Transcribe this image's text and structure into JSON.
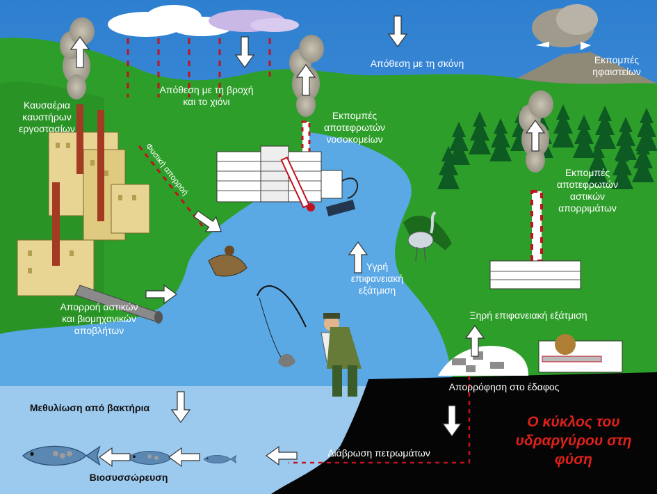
{
  "colors": {
    "sky": "#3a8fd8",
    "land": "#2e9e2a",
    "water": "#5aa8e4",
    "lower_water": "#9cc9ee",
    "black_ground": "#050505",
    "title_red": "#e0201a",
    "dashed_red": "#c1121f"
  },
  "labels": {
    "factory_emissions": "Καυσαέρια καυστήρων εργοστασίων",
    "rain_snow": "Απόθεση με τη βροχή και το χιόνι",
    "dust": "Απόθεση με τη σκόνη",
    "volcano": "Εκπομπές ηφαιστείων",
    "hospital": "Εκπομπές αποτεφρωτών νοσοκομείων",
    "municipal": "Εκπομπές αποτεφρωτών αστικών απορριμάτων",
    "natural_runoff": "Φυσική απορροή",
    "wet_evaporation": "Υγρή επιφανειακή εξάτμιση",
    "dry_evaporation": "Ξηρή επιφανειακή εξάτμιση",
    "runoff_waste": "Απορροή αστικών και βιομηχανικών αποβλήτων",
    "soil_absorption": "Απορρόφηση στο έδαφος",
    "methylation": "Μεθυλίωση από βακτήρια",
    "rock_erosion": "Διάβρωση πετρωμάτων",
    "bioaccumulation": "Βιοσυσσώρευση",
    "title": "Ο κύκλος του υδραργύρου στη φύση"
  },
  "icons": [
    "cloud-icon",
    "factory-icon",
    "smoke-plume-icon",
    "hospital-building-icon",
    "thermometer-icon",
    "blood-pressure-monitor-icon",
    "volcano-icon",
    "forest-icon",
    "incinerator-icon",
    "heron-icon",
    "duck-icon",
    "fisherman-icon",
    "fish-icon",
    "waste-pipe-icon",
    "garbage-pile-icon",
    "truck-icon",
    "arrow-icon"
  ]
}
